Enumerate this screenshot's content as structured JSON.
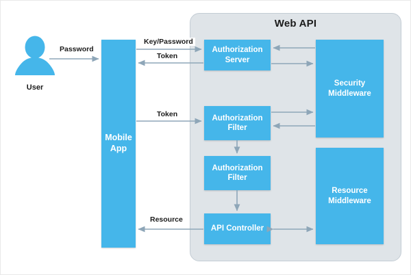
{
  "diagram": {
    "title": "Web API",
    "colors": {
      "box_blue": "#45b6ea",
      "container_gray": "#dfe4e8",
      "container_border": "#c3ccd4",
      "arrow_gray": "#8ea6b8",
      "text_dark": "#1b1b1b",
      "box_text": "#ffffff"
    },
    "actor": {
      "icon": "user-person-icon",
      "label": "User"
    },
    "nodes": [
      {
        "id": "mobile-app",
        "label": "Mobile\nApp"
      },
      {
        "id": "auth-server",
        "label": "Authorization\nServer"
      },
      {
        "id": "auth-filter-1",
        "label": "Authorization\nFilter"
      },
      {
        "id": "auth-filter-2",
        "label": "Authorization\nFilter"
      },
      {
        "id": "api-controller",
        "label": "API Controller"
      },
      {
        "id": "security-mw",
        "label": "Security\nMiddleware"
      },
      {
        "id": "resource-mw",
        "label": "Resource\nMiddleware"
      }
    ],
    "edge_labels": {
      "password": "Password",
      "key_password": "Key/Password",
      "token_1": "Token",
      "token_2": "Token",
      "resource": "Resource"
    }
  }
}
